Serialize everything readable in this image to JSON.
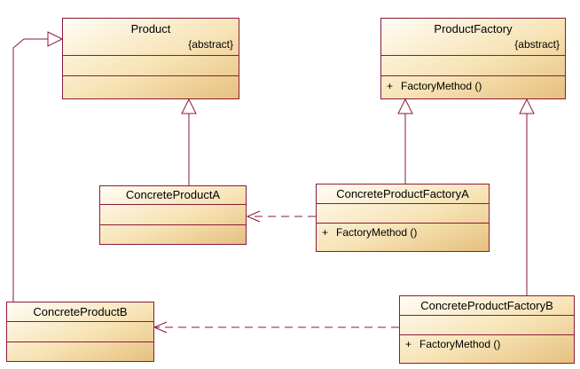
{
  "classes": {
    "product": {
      "name": "Product",
      "stereotype": "{abstract}"
    },
    "product_factory": {
      "name": "ProductFactory",
      "stereotype": "{abstract}",
      "operation": {
        "visibility": "+",
        "name": "FactoryMethod ()"
      }
    },
    "concrete_product_a": {
      "name": "ConcreteProductA"
    },
    "concrete_product_factory_a": {
      "name": "ConcreteProductFactoryA",
      "operation": {
        "visibility": "+",
        "name": "FactoryMethod ()"
      }
    },
    "concrete_product_b": {
      "name": "ConcreteProductB"
    },
    "concrete_product_factory_b": {
      "name": "ConcreteProductFactoryB",
      "operation": {
        "visibility": "+",
        "name": "FactoryMethod ()"
      }
    }
  },
  "colors": {
    "border": "#8b1a3a",
    "fill_light": "#fffdf5",
    "fill_dark": "#e6c07f",
    "line": "#8b1a3a"
  }
}
